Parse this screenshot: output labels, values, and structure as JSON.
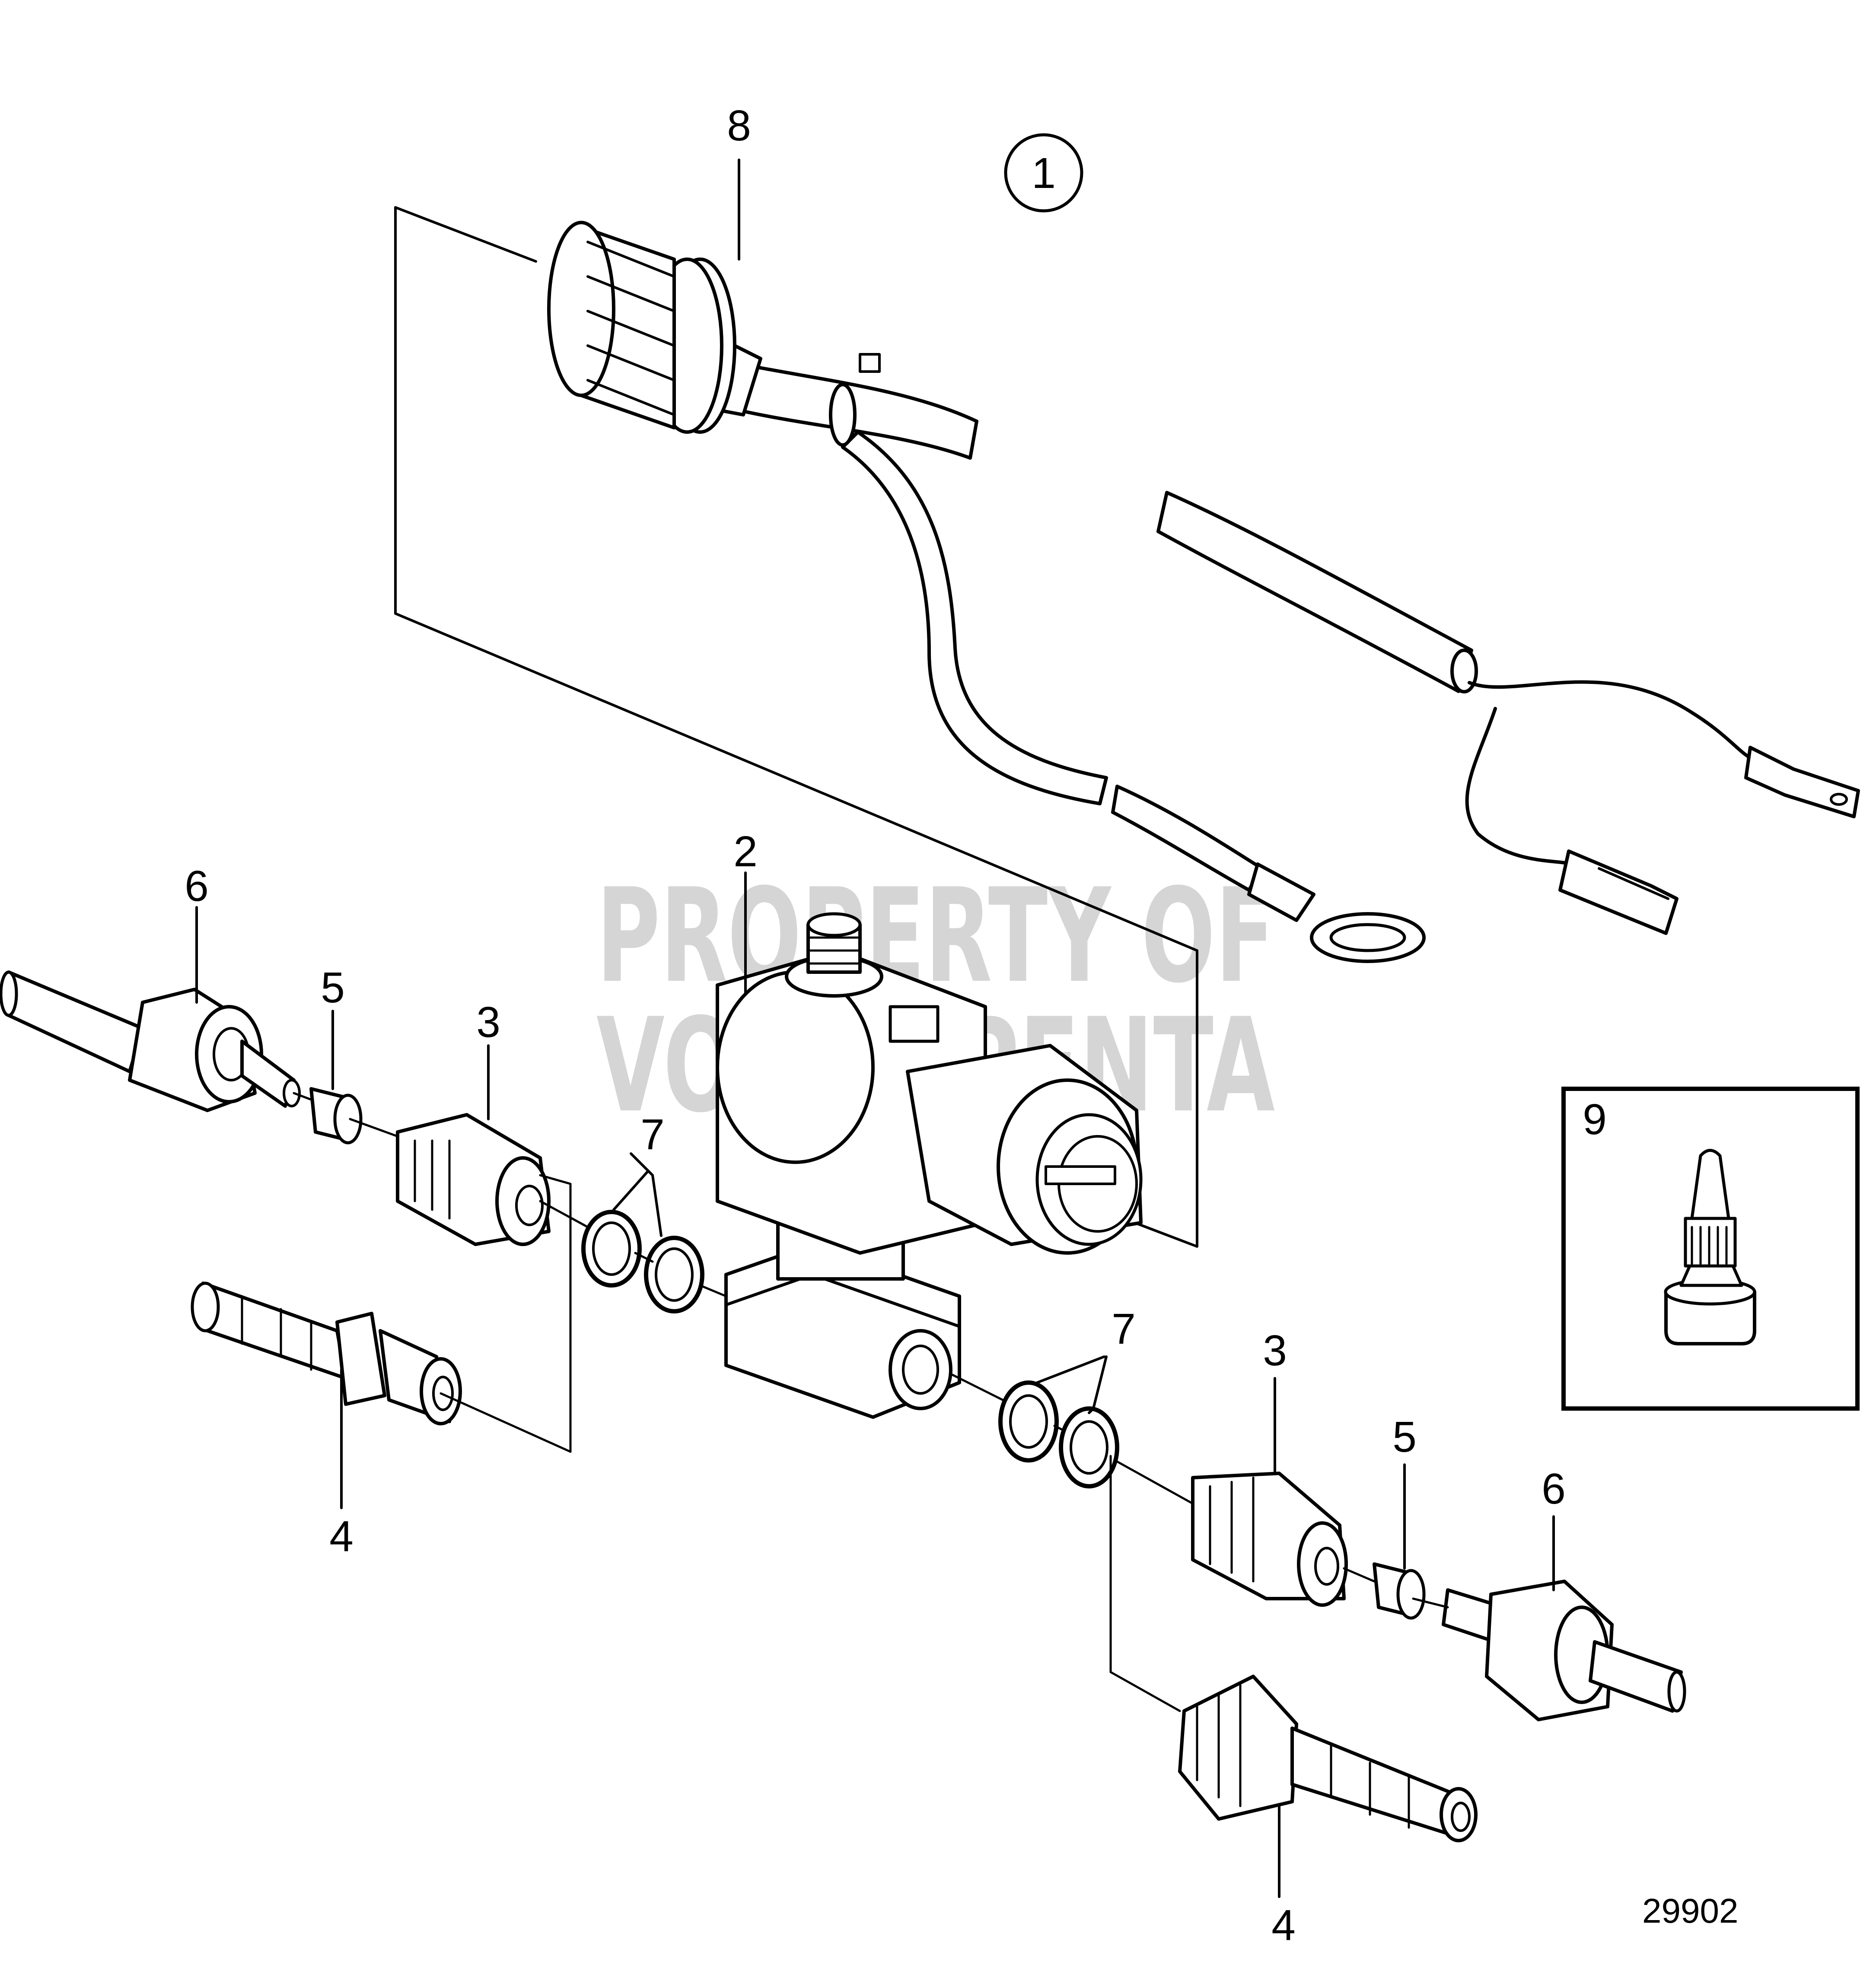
{
  "diagram": {
    "assembly_marker": "1",
    "callouts": {
      "p8": "8",
      "p2": "2",
      "p6_left": "6",
      "p5_left": "5",
      "p3_left": "3",
      "p7_left": "7",
      "p4_left": "4",
      "p7_right": "7",
      "p3_right": "3",
      "p5_right": "5",
      "p6_right": "6",
      "p4_right": "4",
      "p9": "9"
    },
    "watermark": {
      "line1": "PROPERTY OF",
      "line2": "VOLVO PENTA"
    },
    "figure_number": "29902",
    "colors": {
      "line": "#000000",
      "background": "#ffffff",
      "watermark": "#b4b4b4"
    }
  }
}
